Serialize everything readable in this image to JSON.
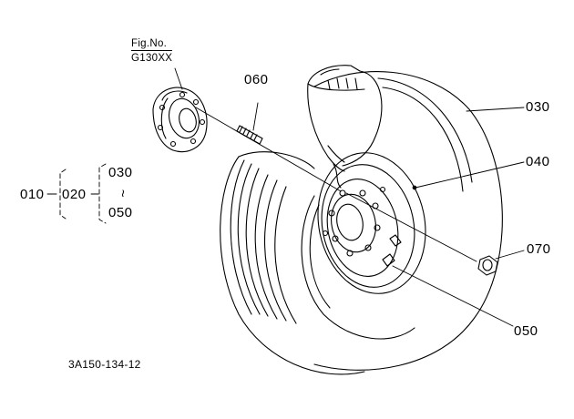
{
  "figure_ref": {
    "label": "Fig.No.",
    "id": "G130XX"
  },
  "callouts": {
    "p010": "010",
    "p020": "020",
    "p030_tree": "030",
    "p050_tree": "050",
    "range_mark": "~",
    "p030": "030",
    "p040": "040",
    "p050": "050",
    "p060": "060",
    "p070": "070"
  },
  "drawing_number": "3A150-134-12"
}
